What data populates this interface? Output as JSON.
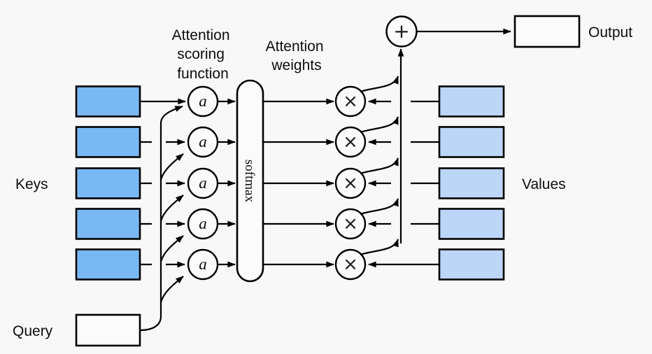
{
  "figure": {
    "title_semantic": "attention-pooling-diagram",
    "background": "#f8f8f8",
    "key_fill": "#7ab8f4",
    "value_fill": "#bcd6f8",
    "plain_fill": "#fbfbfb",
    "stroke_color": "#000000"
  },
  "labels": {
    "keys": "Keys",
    "query": "Query",
    "values": "Values",
    "output": "Output",
    "softmax": "softmax",
    "attention_scoring_function": [
      "Attention",
      "scoring",
      "function"
    ],
    "attention_weights": [
      "Attention",
      "weights"
    ]
  },
  "symbols": {
    "scoring_function": "a",
    "multiply": "×",
    "sum": "+"
  },
  "structure": {
    "num_keys": 5,
    "num_values": 5,
    "num_scoring_nodes": 5,
    "num_multiply_nodes": 5
  }
}
